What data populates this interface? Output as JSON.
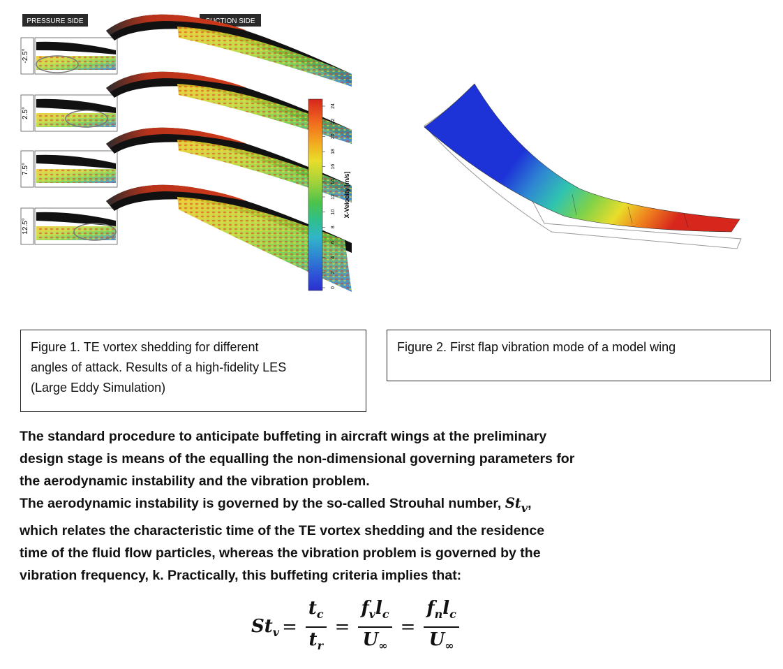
{
  "figure1": {
    "labels": {
      "pressure_side": "PRESSURE SIDE",
      "suction_side": "SUCTION SIDE"
    },
    "angles": [
      "-2.5°",
      "2.5°",
      "7.5°",
      "12.5°"
    ],
    "colorbar": {
      "title": "X-Velocity [m/s]",
      "ticks": [
        "24",
        "22",
        "20",
        "18",
        "16",
        "14",
        "12",
        "10",
        "8",
        "6",
        "4",
        "2",
        "0"
      ]
    }
  },
  "captions": {
    "fig1_lines": [
      "Figure 1. TE vortex shedding for different",
      "angles of attack. Results of a high-fidelity LES",
      "(Large Eddy Simulation)"
    ],
    "fig2": "Figure 2. First flap vibration mode of a model wing"
  },
  "body": {
    "para1": [
      "The standard procedure to anticipate buffeting in aircraft wings at the preliminary",
      "design stage is means of the equalling the non-dimensional governing parameters for",
      "the aerodynamic instability and the vibration problem."
    ],
    "para2_first": "The aerodynamic instability is governed by the so-called Strouhal number,",
    "strouhal_symbol": "St",
    "strouhal_sub": "v",
    "para2_rest": [
      "which relates the characteristic time of the TE vortex shedding and the residence",
      "time of the fluid flow particles, whereas the vibration problem is governed by the",
      "vibration frequency, k. Practically, this buffeting criteria implies that:"
    ]
  },
  "formula": {
    "lhs": "St",
    "lhs_sub": "v",
    "f1_num": "t",
    "f1_num_sub": "c",
    "f1_den": "t",
    "f1_den_sub": "r",
    "f2_num_a": "f",
    "f2_num_a_sub": "v",
    "f2_num_b": "l",
    "f2_num_b_sub": "c",
    "f2_den": "U",
    "f2_den_sub": "∞",
    "f3_num_a": "f",
    "f3_num_a_sub": "n",
    "f3_num_b": "l",
    "f3_num_b_sub": "c",
    "f3_den": "U",
    "f3_den_sub": "∞",
    "eq": "="
  },
  "colors": {
    "colorbar_stops": [
      "#d7261c",
      "#f06a1e",
      "#f3a41f",
      "#e9dd2a",
      "#9fd23a",
      "#4cc34a",
      "#2fbf8a",
      "#30b6c8",
      "#2f86d2",
      "#2f52d6",
      "#2a2fd0"
    ],
    "wing_blue": "#1d33d8"
  }
}
